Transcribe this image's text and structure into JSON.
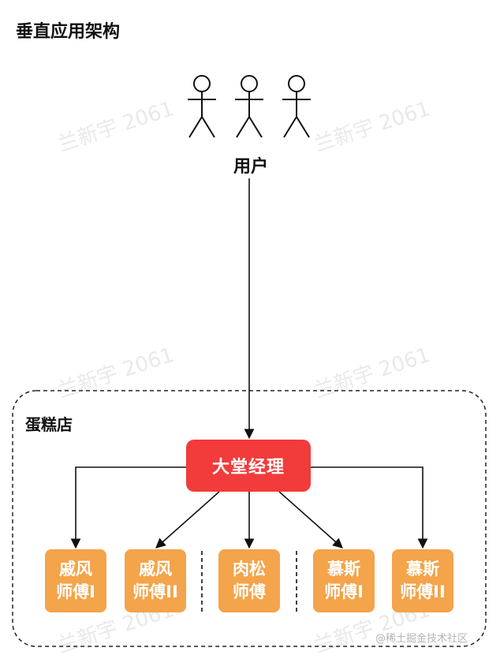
{
  "title": "垂直应用架构",
  "users": {
    "label": "用户",
    "count": 3
  },
  "group": {
    "label": "蛋糕店"
  },
  "manager": {
    "label": "大堂经理"
  },
  "chefs": [
    {
      "line1": "戚风",
      "line2": "师傅I"
    },
    {
      "line1": "戚风",
      "line2": "师傅II"
    },
    {
      "line1": "肉松",
      "line2": "师傅"
    },
    {
      "line1": "慕斯",
      "line2": "师傅I"
    },
    {
      "line1": "慕斯",
      "line2": "师傅II"
    }
  ],
  "watermark": "兰新宇 2061",
  "credit": "@稀土掘金技术社区",
  "colors": {
    "manager": "#f23b3b",
    "chef": "#f4a44a",
    "line": "#111111"
  }
}
